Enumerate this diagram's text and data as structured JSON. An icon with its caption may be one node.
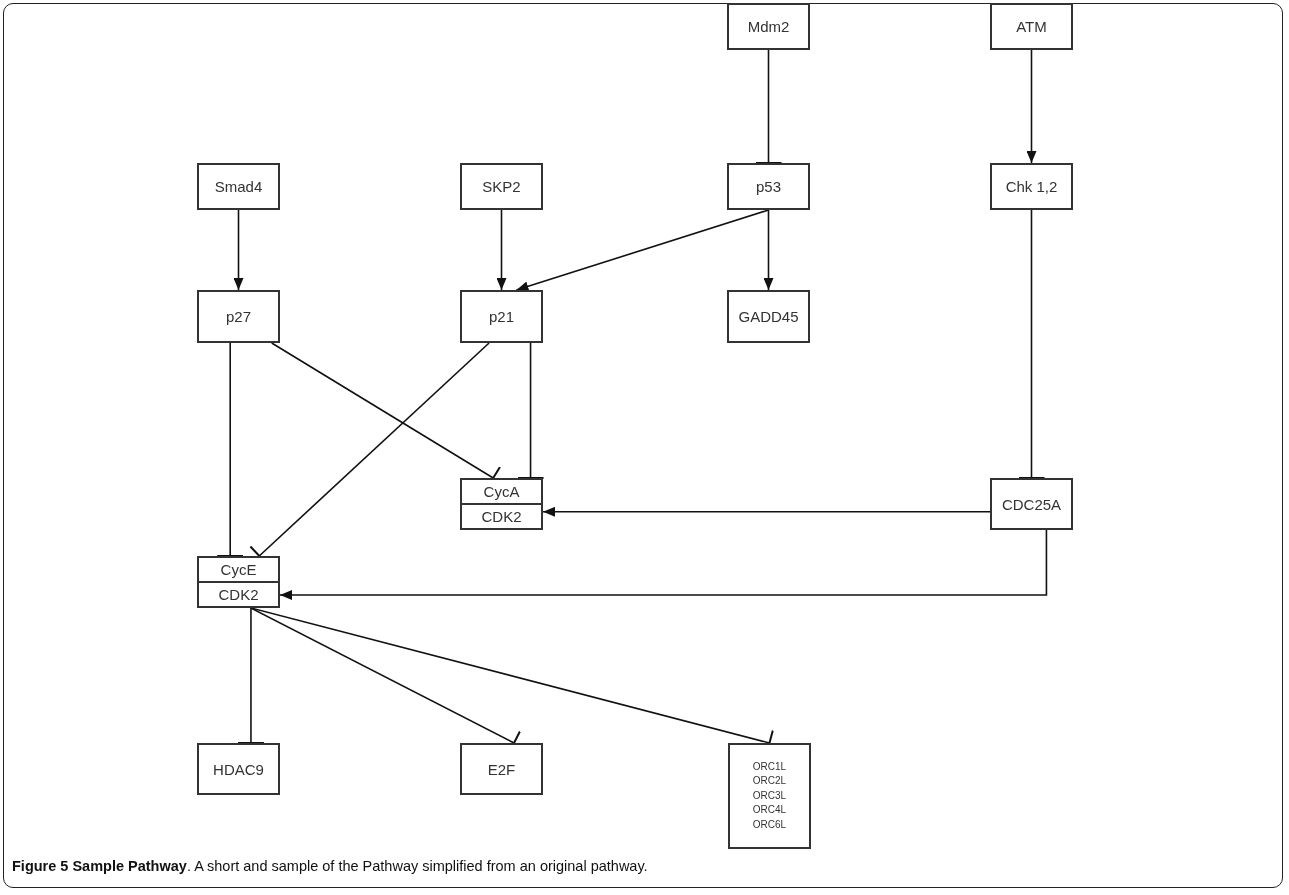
{
  "diagram": {
    "caption": "**Figure 5 Sample Pathway**. A short and sample of the Pathway simplified from an original pathway.",
    "nodes": [
      {
        "text": [
          "Mdm2"
        ]
      },
      {
        "text": [
          "ATM"
        ]
      },
      {
        "text": [
          "Smad4"
        ]
      },
      {
        "text": [
          "SKP2"
        ]
      },
      {
        "text": [
          "p53"
        ]
      },
      {
        "text": [
          "Chk 1,2"
        ]
      },
      {
        "text": [
          "p27"
        ]
      },
      {
        "text": [
          "p21"
        ]
      },
      {
        "text": [
          "GADD45"
        ]
      },
      {
        "text": [
          "CycA",
          "CDK2"
        ]
      },
      {
        "text": [
          "CDC25A"
        ]
      },
      {
        "text": [
          "CycE",
          "CDK2"
        ]
      },
      {
        "text": [
          "HDAC9"
        ]
      },
      {
        "text": [
          "E2F"
        ]
      },
      {
        "text": [
          "ORC1L",
          "ORC2L",
          "ORC3L",
          "ORC4L",
          "ORC6L"
        ]
      }
    ],
    "edges": [
      {
        "from": 0,
        "to": 4,
        "arrow": "other"
      },
      {
        "from": 1,
        "to": 5,
        "arrow": "to"
      },
      {
        "from": 2,
        "to": 6,
        "arrow": "to"
      },
      {
        "from": 3,
        "to": 7,
        "arrow": "to"
      },
      {
        "from": 4,
        "to": 7,
        "arrow": "to"
      },
      {
        "from": 4,
        "to": 8,
        "arrow": "to"
      },
      {
        "from": 5,
        "to": 10,
        "arrow": "other"
      },
      {
        "from": 6,
        "to": 11,
        "arrow": "other"
      },
      {
        "from": 6,
        "to": 9,
        "arrow": "other"
      },
      {
        "from": 7,
        "to": 11,
        "arrow": "other"
      },
      {
        "from": 7,
        "to": 9,
        "arrow": "other"
      },
      {
        "from": 10,
        "to": 9,
        "arrow": "to"
      },
      {
        "from": 10,
        "to": 11,
        "arrow": "to"
      },
      {
        "from": 11,
        "to": 12,
        "arrow": "other"
      },
      {
        "from": 11,
        "to": 13,
        "arrow": "other"
      },
      {
        "from": 11,
        "to": 14,
        "arrow": "other"
      }
    ]
  }
}
